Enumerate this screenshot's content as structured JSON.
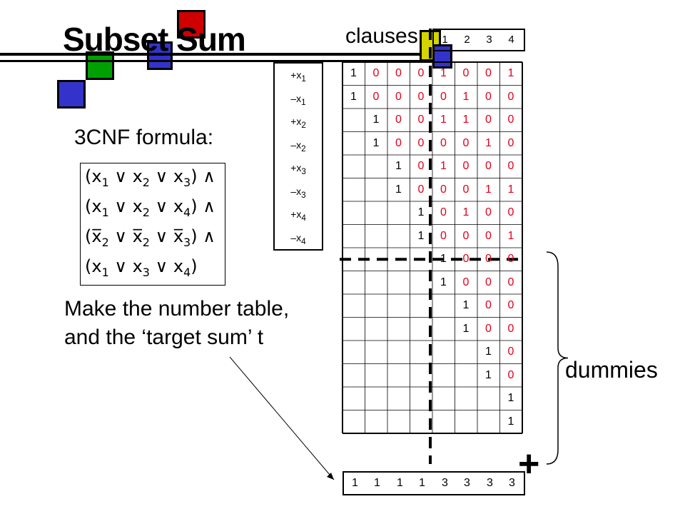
{
  "title": "Subset Sum",
  "clauses_label": "clauses",
  "clause_numbers": [
    "1",
    "2",
    "3",
    "4"
  ],
  "formula_label": "3CNF formula:",
  "formula_lines": [
    {
      "a": "x",
      "as": "1",
      "b": "x",
      "bs": "2",
      "c": "x",
      "cs": "3",
      "op": "∧"
    },
    {
      "a": "x",
      "as": "1",
      "b": "x",
      "bs": "2",
      "c": "x",
      "cs": "4",
      "op": "∧"
    },
    {
      "a": "x̅",
      "as": "2",
      "b": "x̅",
      "bs": "2",
      "c": "x̅",
      "cs": "3",
      "op": "∧"
    },
    {
      "a": "x",
      "as": "1",
      "b": "x",
      "bs": "3",
      "c": "x",
      "cs": "4",
      "op": ""
    }
  ],
  "instruction_line1": "Make the number table,",
  "instruction_line2": "and the ‘target sum’ t",
  "dummies_label": "dummies",
  "plus_sign": "+",
  "row_labels": [
    {
      "sign": "+x",
      "sub": "1"
    },
    {
      "sign": "–x",
      "sub": "1"
    },
    {
      "sign": "+x",
      "sub": "2"
    },
    {
      "sign": "–x",
      "sub": "2"
    },
    {
      "sign": "+x",
      "sub": "3"
    },
    {
      "sign": "–x",
      "sub": "3"
    },
    {
      "sign": "+x",
      "sub": "4"
    },
    {
      "sign": "–x",
      "sub": "4"
    }
  ],
  "table_rows": [
    {
      "start": 0,
      "digits": "10001001"
    },
    {
      "start": 0,
      "digits": "10000100"
    },
    {
      "start": 1,
      "digits": "1001100"
    },
    {
      "start": 1,
      "digits": "1000010"
    },
    {
      "start": 2,
      "digits": "101000"
    },
    {
      "start": 2,
      "digits": "100011"
    },
    {
      "start": 3,
      "digits": "10100"
    },
    {
      "start": 3,
      "digits": "10001"
    },
    {
      "start": 4,
      "digits": "1000"
    },
    {
      "start": 4,
      "digits": "1000"
    },
    {
      "start": 5,
      "digits": "100"
    },
    {
      "start": 5,
      "digits": "100"
    },
    {
      "start": 6,
      "digits": "10"
    },
    {
      "start": 6,
      "digits": "10"
    },
    {
      "start": 7,
      "digits": "1"
    },
    {
      "start": 7,
      "digits": "1"
    }
  ],
  "target_digits": [
    "1",
    "1",
    "1",
    "1",
    "3",
    "3",
    "3",
    "3"
  ],
  "colors": {
    "red": "#e0001b",
    "green": "#00a000",
    "blue": "#3333cc",
    "yellow": "#d4d400",
    "darkred": "#d00000"
  }
}
